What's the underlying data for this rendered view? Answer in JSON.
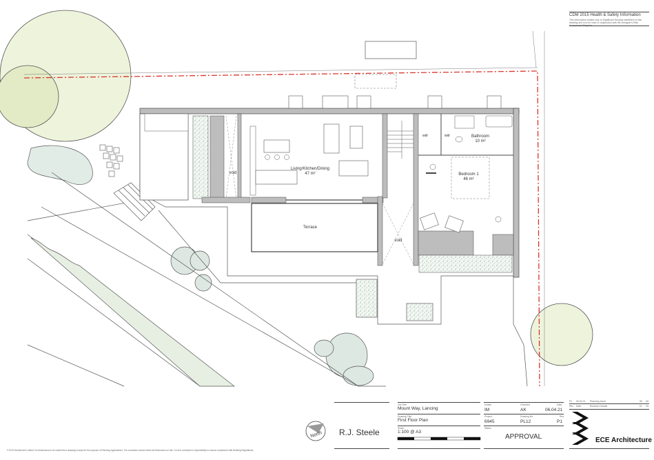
{
  "cdm": {
    "title": "CDM 2015 Health & Safety Information",
    "note": "This information relates only to Significant Hazards identified on this drawing and is to be read in conjunction with the Designer's Risk Assessment Register."
  },
  "plan": {
    "rooms": [
      {
        "name": "Living/Kitchen/Dining",
        "area": "47 m²"
      },
      {
        "name": "Bathroom",
        "area": "10 m²"
      },
      {
        "name": "Bedroom 1",
        "area": "46 m²"
      }
    ],
    "terrace_label": "Terrace",
    "void_label": "void",
    "wdr_label": "wdr",
    "colors": {
      "wall": "#bdbdbd",
      "boundary": "#d9342b",
      "tree": "#e6eecb",
      "shrub": "#dde8e2",
      "planting": "#8fb89a"
    }
  },
  "title_block": {
    "client": "R.J. Steele",
    "north_label": "North",
    "job_title_caption": "Job Title",
    "job_title": "Mount Way, Lancing",
    "drawing_title_caption": "Drawing Title",
    "drawing_title": "First Floor Plan",
    "scale_caption": "Scale",
    "scale": "1:100 @ A3",
    "drawn_caption": "Drawn",
    "drawn": "IM",
    "checked_caption": "Checked",
    "checked": "AK",
    "date_caption": "Date",
    "date": "06.04.21",
    "project_caption": "Project",
    "project": "6945",
    "drawing_no_caption": "Drawing No",
    "drawing_no": "PL12",
    "revision_caption": "Rev",
    "revision": "P1",
    "status_caption": "Status",
    "status": "APPROVAL",
    "revision_row": {
      "rev": "P1",
      "date": "06.04.21",
      "details": "Planning Issue",
      "by": "IM",
      "chk": "AK"
    },
    "revision_header": {
      "rev": "Rev",
      "date": "Date",
      "details": "Revision Details",
      "by": "Dr",
      "chk": "Ck"
    },
    "firm": "ECE Architecture",
    "copyright": "© ECE Architecture Limited. No dimensions to be scaled from drawings except for the purpose of Planning Applications. The contractor should check all dimensions on site. It is the contractor's responsibility to ensure compliance with Building Regulations."
  }
}
